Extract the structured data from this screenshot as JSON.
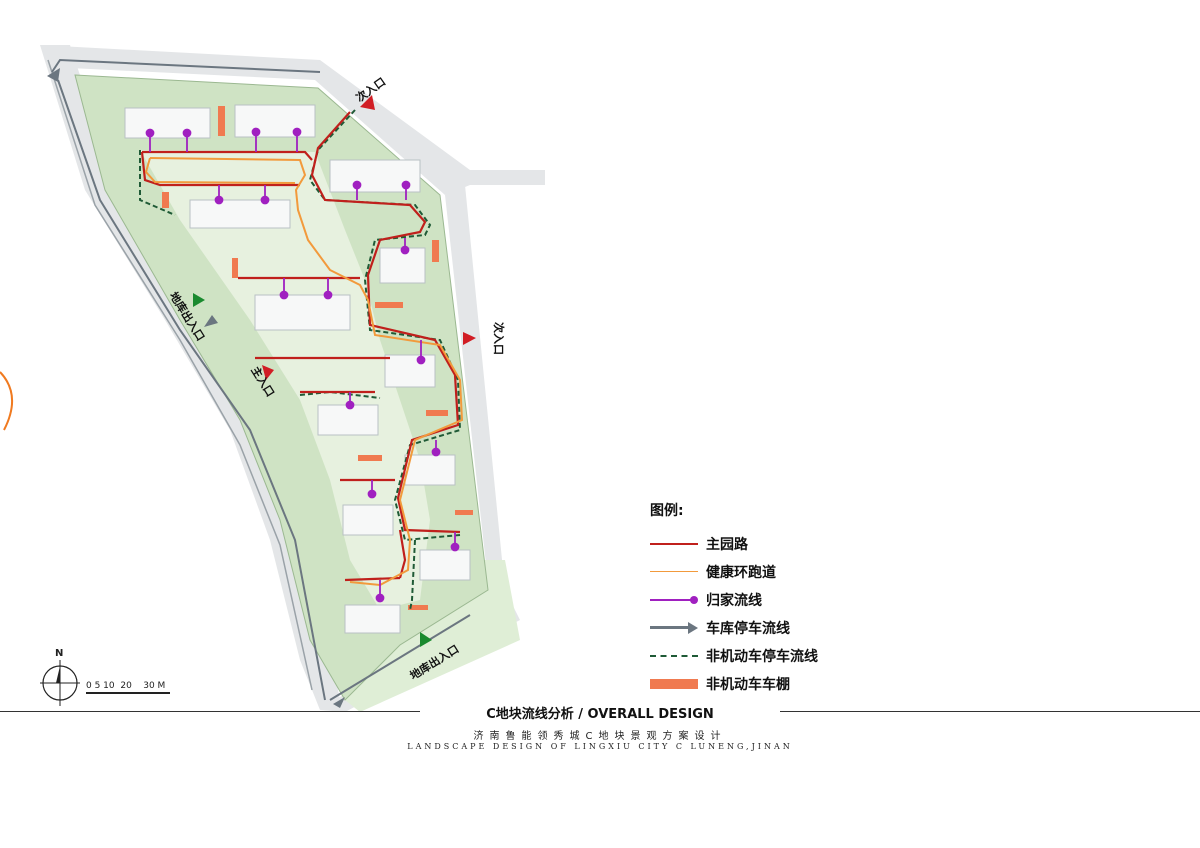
{
  "labels": {
    "secondary_entrance_top": "次入口",
    "secondary_entrance_right": "次入口",
    "main_entrance": "主入口",
    "garage_entrance_left": "地库出入口",
    "garage_entrance_bottom": "地库出入口"
  },
  "legend": {
    "title": "图例:",
    "items": [
      {
        "label": "主园路",
        "symbol": "solid-line",
        "color": "#c0201c"
      },
      {
        "label": "健康环跑道",
        "symbol": "thin-line",
        "color": "#f29a3c"
      },
      {
        "label": "归家流线",
        "symbol": "line-dot",
        "color": "#a020c0"
      },
      {
        "label": "车库停车流线",
        "symbol": "arrow",
        "color": "#6b7680"
      },
      {
        "label": "非机动车停车流线",
        "symbol": "dashed-line",
        "color": "#1f5a36"
      },
      {
        "label": "非机动车车棚",
        "symbol": "bar",
        "color": "#f07a50"
      }
    ]
  },
  "scale": {
    "north": "N",
    "ticks": "0 5 10  20    30 M"
  },
  "footer": {
    "title": "C地块流线分析 / OVERALL  DESIGN",
    "subtitle_cn": "济南鲁能领秀城C地块景观方案设计",
    "subtitle_en": "LANDSCAPE DESIGN OF LINGXIU CITY C LUNENG,JINAN"
  },
  "colors": {
    "main_road": "#c0201c",
    "running_track": "#f29a3c",
    "home_route": "#a020c0",
    "garage_route": "#6b7680",
    "bike_route": "#1f5a36",
    "bike_shed": "#f07a50",
    "green": "#cfe3c4"
  }
}
